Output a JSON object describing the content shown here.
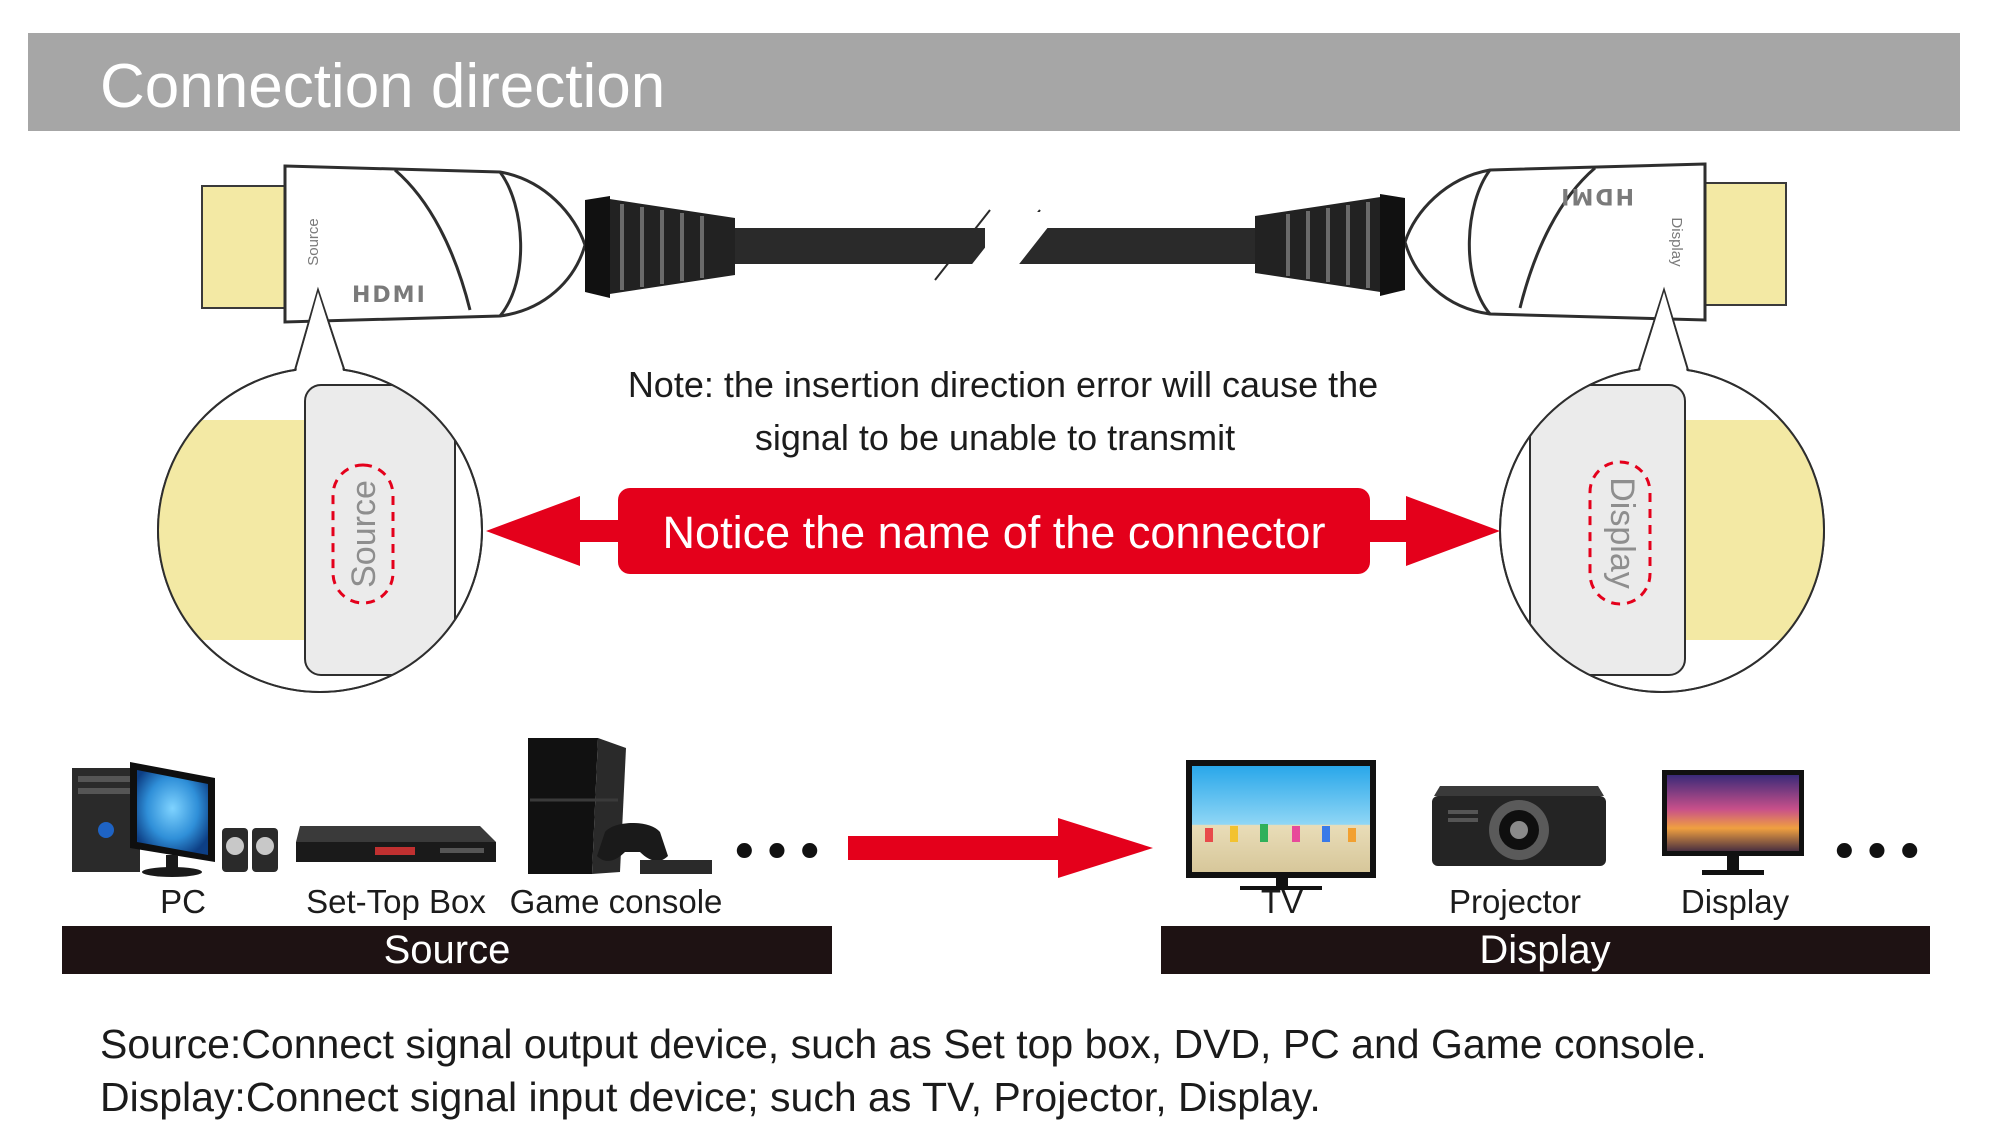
{
  "header": {
    "title": "Connection direction",
    "bar_color": "#a6a6a6"
  },
  "cable": {
    "left_plug_label": "Source",
    "right_plug_label": "Display",
    "brand_logo": "HDMI"
  },
  "zoom": {
    "left_label": "Source",
    "right_label": "Display"
  },
  "note": {
    "line1": "Note: the insertion direction error will cause the",
    "line2": "signal to be unable to transmit"
  },
  "notice": {
    "text": "Notice the name of the connector",
    "color": "#e4001b"
  },
  "source": {
    "devices": [
      "PC",
      "Set-Top Box",
      "Game console"
    ],
    "device_icons": [
      "desktop-pc-icon",
      "set-top-box-icon",
      "game-console-icon"
    ],
    "ellipsis": "•••",
    "bar_label": "Source"
  },
  "display": {
    "devices": [
      "TV",
      "Projector",
      "Display"
    ],
    "device_icons": [
      "tv-icon",
      "projector-icon",
      "monitor-icon"
    ],
    "ellipsis": "•••",
    "bar_label": "Display"
  },
  "footer": {
    "source_text": "Source:Connect signal output device, such as Set top box, DVD, PC and Game console.",
    "display_text": "Display:Connect signal input device; such as TV, Projector, Display."
  }
}
